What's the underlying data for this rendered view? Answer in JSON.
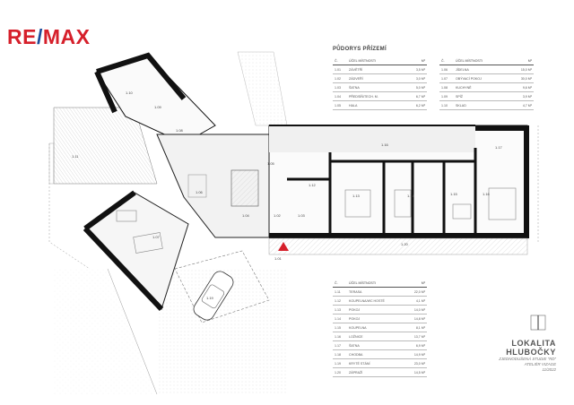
{
  "brand": {
    "logo_left": "RE",
    "logo_sep": "/",
    "logo_right": "MAX",
    "red": "#d6202b",
    "blue": "#1c4d9b"
  },
  "table1": {
    "title": "PŮDORYS PŘÍZEMÍ",
    "col_no": "Č.",
    "col_name": "ÚČEL MÍSTNOSTI",
    "col_area": "M²",
    "left_rows": [
      {
        "no": "1.01",
        "name": "ZÁVĚTŘÍ",
        "area": "3,5 M²"
      },
      {
        "no": "1.02",
        "name": "ZÁDVEŘÍ",
        "area": "3,0 M²"
      },
      {
        "no": "1.03",
        "name": "ŠATNA",
        "area": "5,0 M²"
      },
      {
        "no": "1.04",
        "name": "PŘEDSÍŇ/TECH. M.",
        "area": "6,7 M²"
      },
      {
        "no": "1.05",
        "name": "HALA",
        "area": "6,2 M²"
      }
    ],
    "right_rows": [
      {
        "no": "1.06",
        "name": "JÍDELNA",
        "area": "15,0 M²"
      },
      {
        "no": "1.07",
        "name": "OBÝVACÍ POKOJ",
        "area": "30,0 M²"
      },
      {
        "no": "1.08",
        "name": "KUCHYNĚ",
        "area": "9,6 M²"
      },
      {
        "no": "1.09",
        "name": "SPÍŽ",
        "area": "3,9 M²"
      },
      {
        "no": "1.10",
        "name": "SKLAD",
        "area": "4,7 M²"
      }
    ]
  },
  "table2": {
    "col_no": "Č.",
    "col_name": "ÚČEL MÍSTNOSTI",
    "col_area": "M²",
    "rows": [
      {
        "no": "1.11",
        "name": "TERASA",
        "area": "22,0 M²"
      },
      {
        "no": "1.12",
        "name": "KOUPELNA/WC HOSTÉ",
        "area": "4,1 M²"
      },
      {
        "no": "1.13",
        "name": "POKOJ",
        "area": "14,0 M²"
      },
      {
        "no": "1.14",
        "name": "POKOJ",
        "area": "14,8 M²"
      },
      {
        "no": "1.15",
        "name": "KOUPELNA",
        "area": "8,1 M²"
      },
      {
        "no": "1.16",
        "name": "LOŽNICE",
        "area": "13,7 M²"
      },
      {
        "no": "1.17",
        "name": "ŠATNA",
        "area": "6,9 M²"
      },
      {
        "no": "1.18",
        "name": "CHODBA",
        "area": "14,9 M²"
      },
      {
        "no": "1.19",
        "name": "KRYTÉ STÁNÍ",
        "area": "23,0 M²"
      },
      {
        "no": "1.20",
        "name": "ZÁPRAŽÍ",
        "area": "14,5 M²"
      }
    ]
  },
  "rooms": {
    "r101": "1.01",
    "r102": "1.02",
    "r103": "1.03",
    "r104": "1.04",
    "r105": "1.05",
    "r106": "1.06",
    "r107": "1.07",
    "r108": "1.08",
    "r109": "1.09",
    "r110": "1.10",
    "r111": "1.11",
    "r112": "1.12",
    "r113": "1.13",
    "r114": "1.14",
    "r115": "1.15",
    "r116": "1.16",
    "r116b": "1.16",
    "r117": "1.17",
    "r118": "1.18",
    "r119": "1.19",
    "r120": "1.20",
    "r101b": "1.01"
  },
  "location": {
    "title": "LOKALITA",
    "name": "HLUBOČKY",
    "line1": "ZJEDNODUŠENÁ STUDIE \"RD“",
    "line2": "ATELIÉR VIZAGE",
    "line3": "11/2022"
  }
}
